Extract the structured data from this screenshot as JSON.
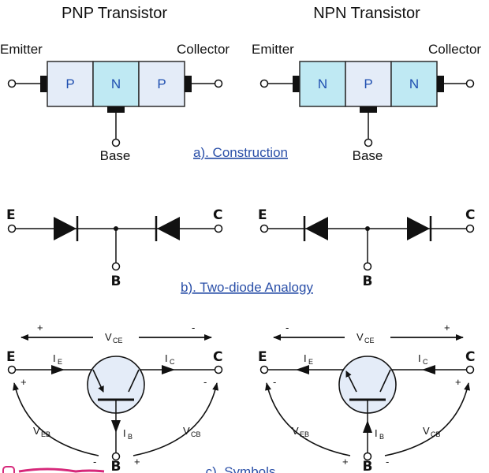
{
  "titles": {
    "pnp": "PNP Transistor",
    "npn": "NPN Transistor"
  },
  "construction": {
    "pnp": {
      "emitter": "Emitter",
      "collector": "Collector",
      "base": "Base",
      "layers": [
        "P",
        "N",
        "P"
      ]
    },
    "npn": {
      "emitter": "Emitter",
      "collector": "Collector",
      "base": "Base",
      "layers": [
        "N",
        "P",
        "N"
      ]
    },
    "caption": "a). Construction"
  },
  "two_diode": {
    "pnp": {
      "e": "E",
      "c": "C",
      "b": "B"
    },
    "npn": {
      "e": "E",
      "c": "C",
      "b": "B"
    },
    "caption": "b). Two-diode Analogy"
  },
  "symbols": {
    "pnp": {
      "vce": "V",
      "vce_sub": "CE",
      "vce_left_sign": "+",
      "vce_right_sign": "-",
      "e": "E",
      "c": "C",
      "b": "B",
      "ie": "I",
      "ie_sub": "E",
      "ic": "I",
      "ic_sub": "C",
      "ib": "I",
      "ib_sub": "B",
      "veb": "V",
      "veb_sub": "EB",
      "vcb": "V",
      "vcb_sub": "CB",
      "e_sign": "+",
      "c_sign": "-",
      "b_left_sign": "-",
      "b_right_sign": "+"
    },
    "npn": {
      "vce": "V",
      "vce_sub": "CE",
      "vce_left_sign": "-",
      "vce_right_sign": "+",
      "e": "E",
      "c": "C",
      "b": "B",
      "ie": "I",
      "ie_sub": "E",
      "ic": "I",
      "ic_sub": "C",
      "ib": "I",
      "ib_sub": "B",
      "veb": "V",
      "veb_sub": "EB",
      "vcb": "V",
      "vcb_sub": "CB",
      "e_sign": "-",
      "c_sign": "+",
      "b_left_sign": "+",
      "b_right_sign": "-"
    },
    "caption": "c). Symbols"
  },
  "colors": {
    "block_p": "#e4ecf8",
    "block_n": "#bfe9f3",
    "block_border": "#2c2c2c",
    "caption": "#2a4fa8",
    "segment_text": "#1f4fb0",
    "logo_pink": "#d6287a"
  }
}
